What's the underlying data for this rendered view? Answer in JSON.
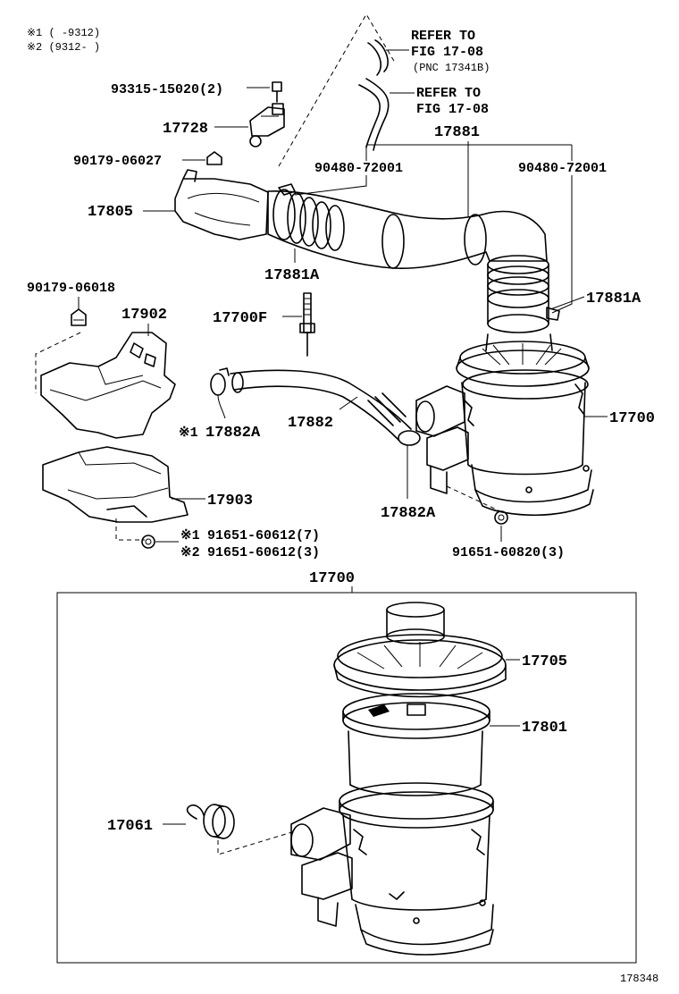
{
  "notes": {
    "note1": "※1 (     -9312)",
    "note2": "※2 (9312-     )"
  },
  "refs": {
    "ref1_line1": "REFER TO",
    "ref1_line2": "FIG 17-08",
    "ref1_line3": "(PNC 17341B)",
    "ref2_line1": "REFER TO",
    "ref2_line2": "FIG 17-08"
  },
  "labels": {
    "p93315": "93315-15020(2)",
    "p17728": "17728",
    "p90179a": "90179-06027",
    "p17881": "17881",
    "p90480a": "90480-72001",
    "p90480b": "90480-72001",
    "p17805": "17805",
    "p17881A_a": "17881A",
    "p17881A_b": "17881A",
    "p90179b": "90179-06018",
    "p17902": "17902",
    "p17700F": "17700F",
    "p17700_main": "17700",
    "p17882": "17882",
    "p17882A_a": "17882A",
    "p17882A_b": "17882A",
    "p17882A_mark": "※1",
    "p17903": "17903",
    "p91651a": "91651-60612(7)",
    "p91651a_mark": "※1",
    "p91651b": "91651-60612(3)",
    "p91651b_mark": "※2",
    "p91651c": "91651-60820(3)",
    "p17700_box": "17700",
    "p17705": "17705",
    "p17801": "17801",
    "p17061": "17061"
  },
  "footer": {
    "diagram_number": "178348"
  }
}
